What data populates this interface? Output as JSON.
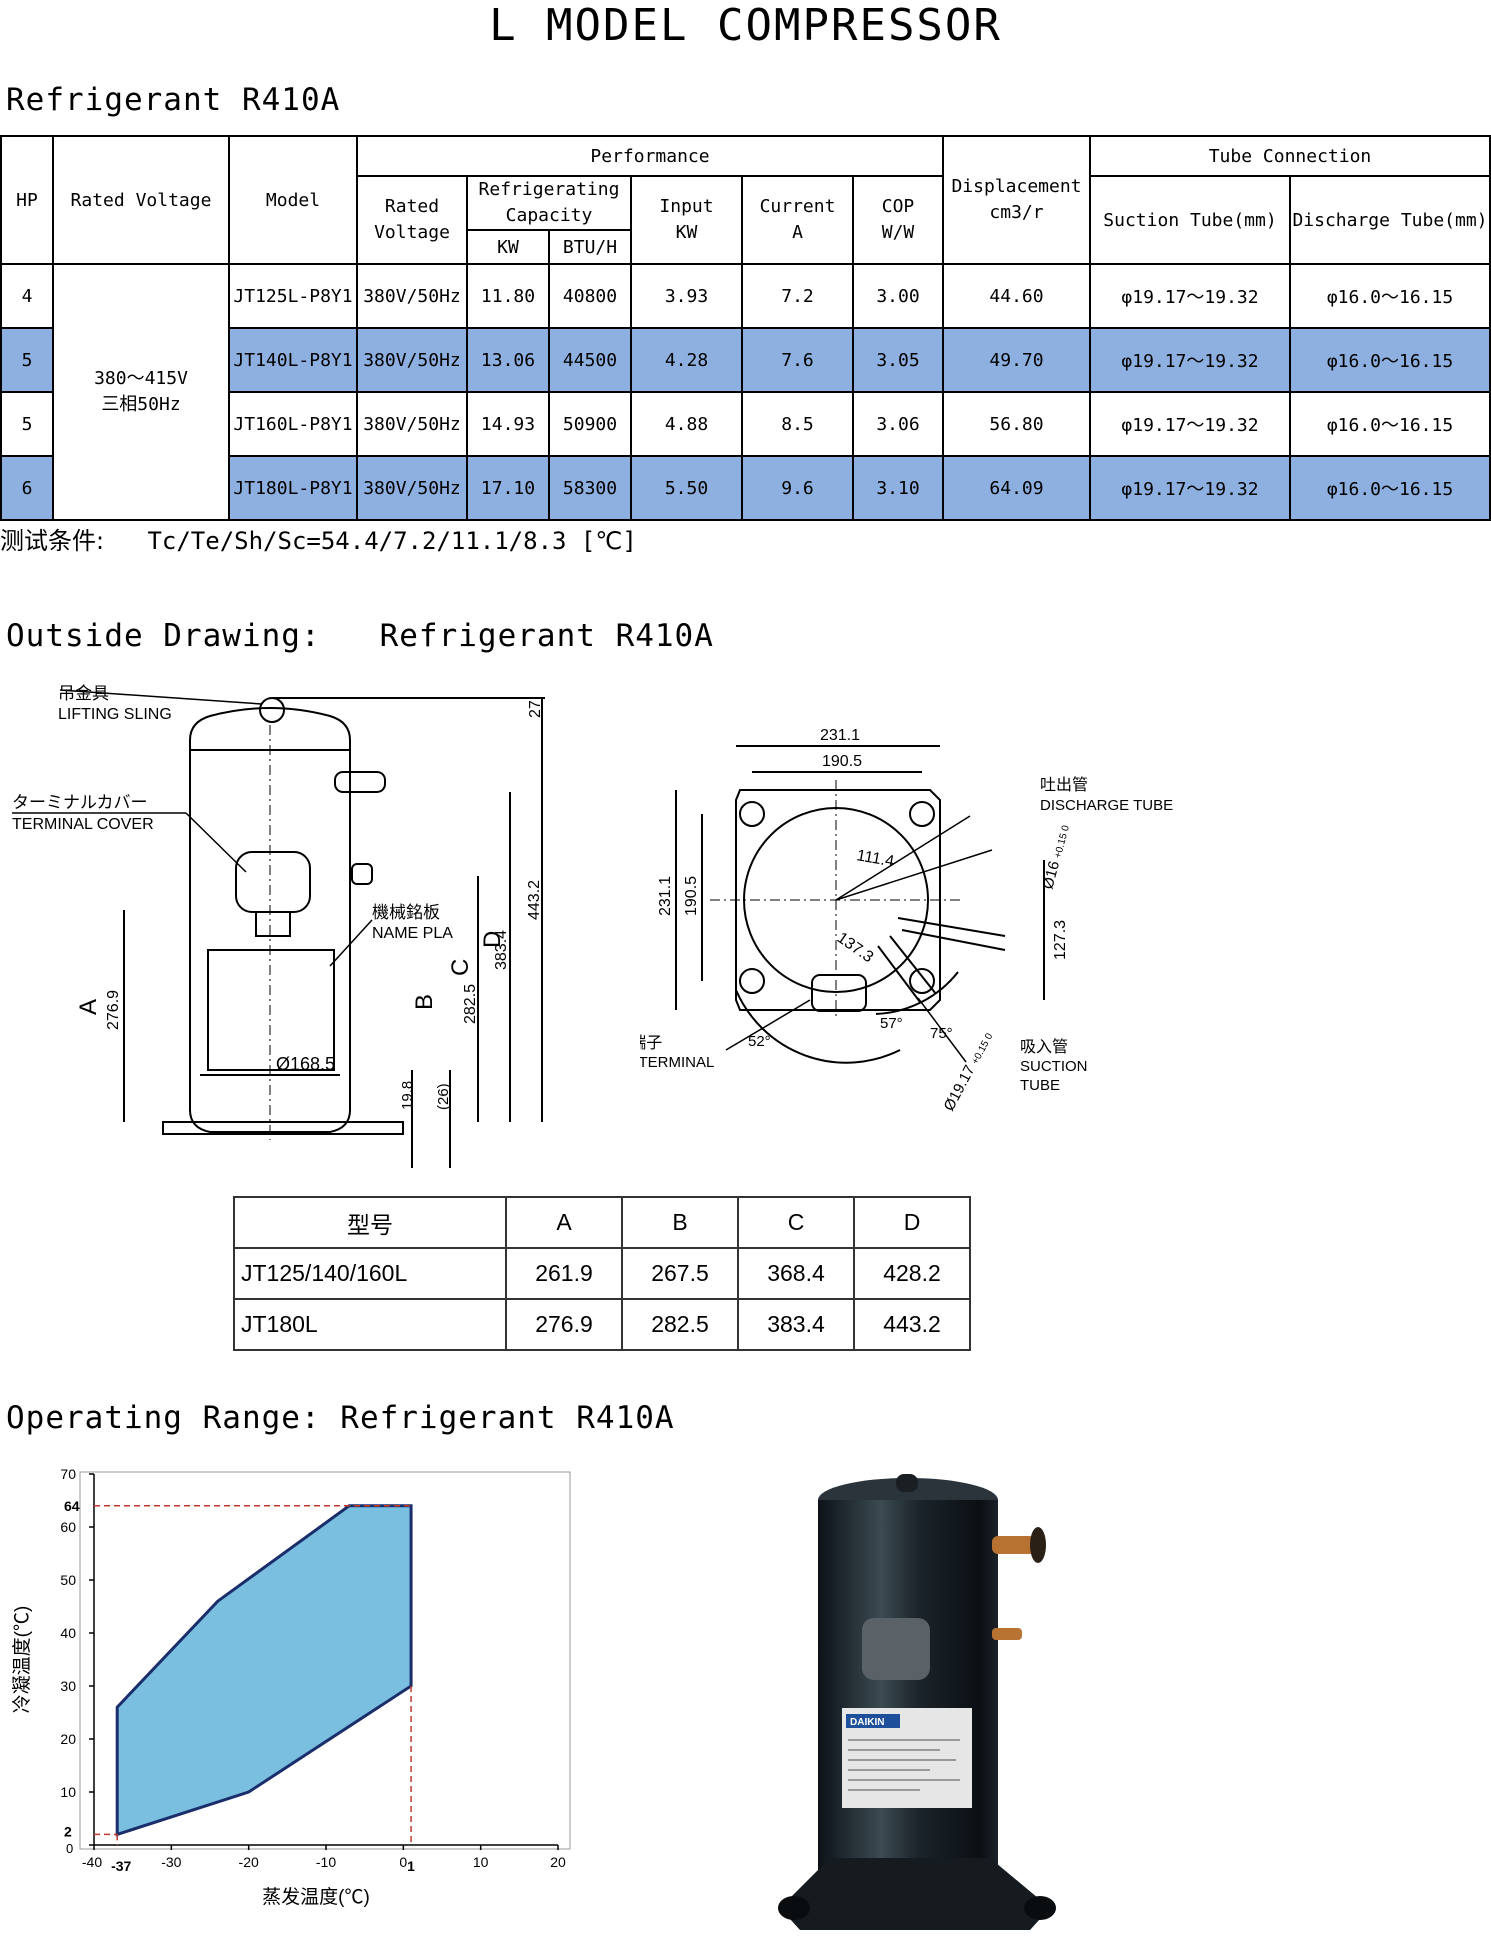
{
  "title": "L MODEL COMPRESSOR",
  "section_refrigerant": "Refrigerant R410A",
  "table": {
    "headers": {
      "hp": "HP",
      "rated_voltage": "Rated Voltage",
      "model": "Model",
      "performance": "Performance",
      "perf_rated_voltage": "Rated Voltage",
      "refrigerating_capacity": "Refrigerating Capacity",
      "kw": "KW",
      "btu": "BTU/H",
      "input": "Input",
      "input_unit": "KW",
      "current": "Current",
      "current_unit": "A",
      "cop": "COP",
      "cop_unit": "W/W",
      "displacement": "Displacement",
      "displacement_unit": "cm3/r",
      "tube_connection": "Tube Connection",
      "suction_tube": "Suction Tube(mm)",
      "discharge_tube": "Discharge Tube(mm)"
    },
    "voltage_line1": "380～415V",
    "voltage_line2": "三相50Hz",
    "rows": [
      {
        "hp": "4",
        "model": "JT125L-P8Y1",
        "voltage": "380V/50Hz",
        "kw": "11.80",
        "btu": "40800",
        "input": "3.93",
        "current": "7.2",
        "cop": "3.00",
        "displacement": "44.60",
        "suction": "φ19.17～19.32",
        "discharge": "φ16.0～16.15"
      },
      {
        "hp": "5",
        "model": "JT140L-P8Y1",
        "voltage": "380V/50Hz",
        "kw": "13.06",
        "btu": "44500",
        "input": "4.28",
        "current": "7.6",
        "cop": "3.05",
        "displacement": "49.70",
        "suction": "φ19.17～19.32",
        "discharge": "φ16.0～16.15"
      },
      {
        "hp": "5",
        "model": "JT160L-P8Y1",
        "voltage": "380V/50Hz",
        "kw": "14.93",
        "btu": "50900",
        "input": "4.88",
        "current": "8.5",
        "cop": "3.06",
        "displacement": "56.80",
        "suction": "φ19.17～19.32",
        "discharge": "φ16.0～16.15"
      },
      {
        "hp": "6",
        "model": "JT180L-P8Y1",
        "voltage": "380V/50Hz",
        "kw": "17.10",
        "btu": "58300",
        "input": "5.50",
        "current": "9.6",
        "cop": "3.10",
        "displacement": "64.09",
        "suction": "φ19.17～19.32",
        "discharge": "φ16.0～16.15"
      }
    ],
    "highlight_color": "#8db0e0"
  },
  "test_condition_label": "测试条件:",
  "test_condition_value": "Tc/Te/Sh/Sc=54.4/7.2/11.1/8.3 [℃]",
  "outside_drawing_title": "Outside Drawing:   Refrigerant R410A",
  "drawing": {
    "lifting_jp": "吊金具",
    "lifting_en": "LIFTING SLING",
    "terminal_jp": "ターミナルカバー",
    "terminal_en": "TERMINAL COVER",
    "nameplate_jp": "機械銘板",
    "nameplate_en": "NAME PLA",
    "diameter": "Ø168.5",
    "dim_27": "27",
    "dim_443": "443.2",
    "dim_A": "A",
    "dim_A_val": "276.9",
    "dim_B": "B",
    "dim_B_val": "282.5",
    "dim_C": "C",
    "dim_C_val": "383.4",
    "dim_D": "D",
    "dim_19": "19.8",
    "dim_26": "(26)",
    "top_231": "231.1",
    "top_190": "190.5",
    "side_231": "231.1",
    "side_190": "190.5",
    "r_111": "111.4",
    "r_137": "137.3",
    "r_127": "127.3",
    "discharge_jp": "吐出管",
    "discharge_en": "DISCHARGE TUBE",
    "discharge_dia": "Ø16",
    "discharge_tol": "+0.15 0",
    "suction_jp": "吸入管",
    "suction_en1": "SUCTION",
    "suction_en2": "TUBE",
    "suction_dia": "Ø19.17",
    "suction_tol": "+0.15 0",
    "earth_jp": "アース端子",
    "earth_en": "EARTH TERMINAL",
    "angle_52": "52°",
    "angle_57": "57°",
    "angle_75": "75°"
  },
  "dimension_table": {
    "headers": [
      "型号",
      "A",
      "B",
      "C",
      "D"
    ],
    "rows": [
      [
        "JT125/140/160L",
        "261.9",
        "267.5",
        "368.4",
        "428.2"
      ],
      [
        "JT180L",
        "276.9",
        "282.5",
        "383.4",
        "443.2"
      ]
    ]
  },
  "operating_range_title": "Operating Range: Refrigerant R410A",
  "chart_data": {
    "type": "area",
    "title": "",
    "xlabel": "蒸发温度(℃)",
    "ylabel": "冷凝温度(℃)",
    "xlim": [
      -40,
      20
    ],
    "ylim": [
      0,
      70
    ],
    "x_ticks": [
      "-40",
      "-30",
      "-20",
      "-10",
      "0",
      "10",
      "20"
    ],
    "y_ticks": [
      "0",
      "10",
      "20",
      "30",
      "40",
      "50",
      "60",
      "70"
    ],
    "highlight_ticks": {
      "x": [
        "-37",
        "1"
      ],
      "y": [
        "2",
        "64"
      ]
    },
    "envelope": [
      [
        -37,
        2
      ],
      [
        -20,
        10
      ],
      [
        1,
        30
      ],
      [
        1,
        64
      ],
      [
        -7,
        64
      ],
      [
        -24,
        46
      ],
      [
        -37,
        26
      ]
    ],
    "fill_color": "#7bbfe0",
    "edge_color": "#1a2e6b",
    "reference_color": "#c0392b"
  },
  "photo": {
    "brand": "DAIKIN"
  }
}
